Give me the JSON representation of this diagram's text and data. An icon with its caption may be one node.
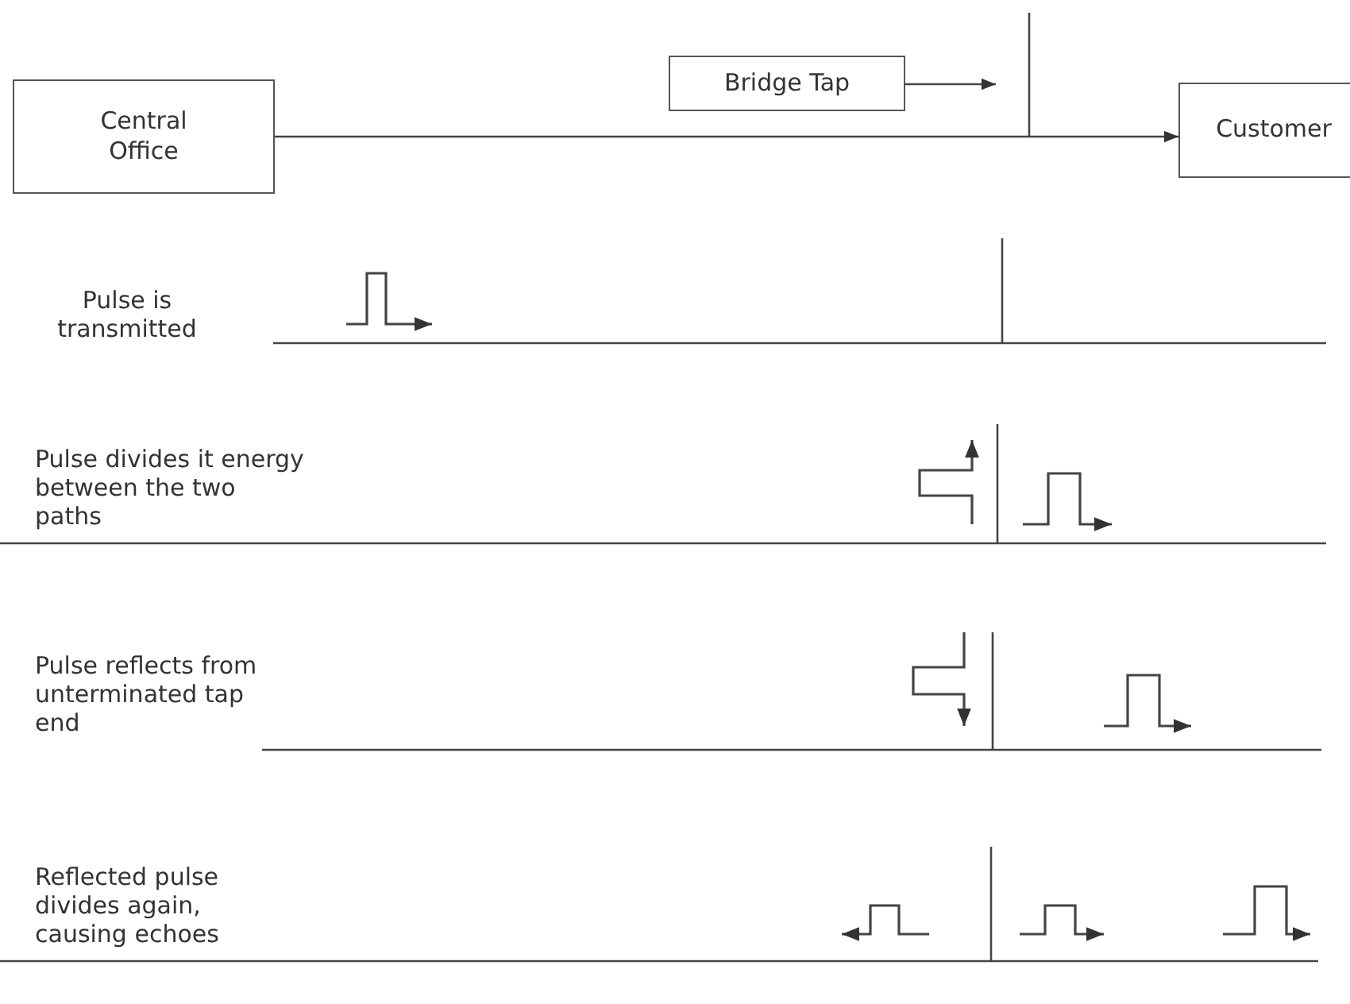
{
  "diagram": {
    "nodes": [
      {
        "text": [
          "Central Office"
        ]
      },
      {
        "text": [
          "Bridge Tap"
        ]
      },
      {
        "text": [
          "Customer"
        ]
      }
    ],
    "edges": [
      {
        "from": 0,
        "to": 2,
        "arrow": "to"
      },
      {
        "from": 1,
        "to": null,
        "arrow": "to"
      }
    ],
    "labels": [
      "Pulse is transmitted",
      "Pulse divides it energy between the two paths",
      "Pulse reflects from unterminated tap end",
      "Reflected pulse divides again, causing echoes"
    ]
  }
}
